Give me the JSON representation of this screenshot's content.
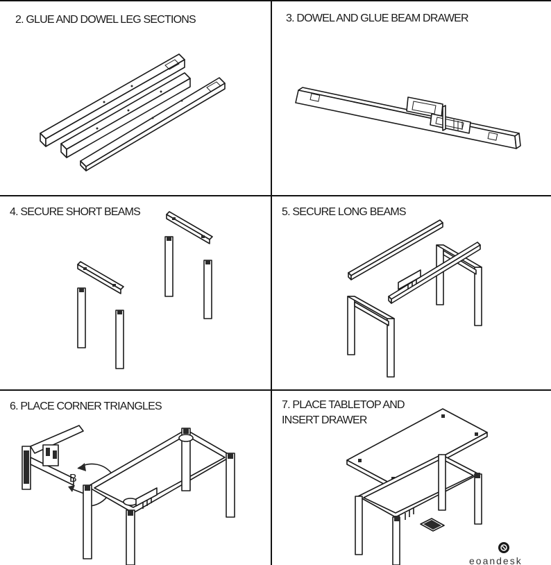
{
  "steps": [
    {
      "id": "step-2",
      "title": "2. GLUE AND DOWEL LEG SECTIONS"
    },
    {
      "id": "step-3",
      "title": "3. DOWEL AND GLUE BEAM DRAWER"
    },
    {
      "id": "step-4",
      "title": "4. SECURE SHORT BEAMS"
    },
    {
      "id": "step-5",
      "title": "5. SECURE LONG BEAMS"
    },
    {
      "id": "step-6",
      "title": "6. PLACE CORNER TRIANGLES"
    },
    {
      "id": "step-7",
      "title": "7. PLACE TABLETOP AND\nINSERT DRAWER"
    }
  ],
  "callout_letter": "B",
  "brand": {
    "text": "eoandesk",
    "mark_icon": "circled-logo-icon"
  }
}
